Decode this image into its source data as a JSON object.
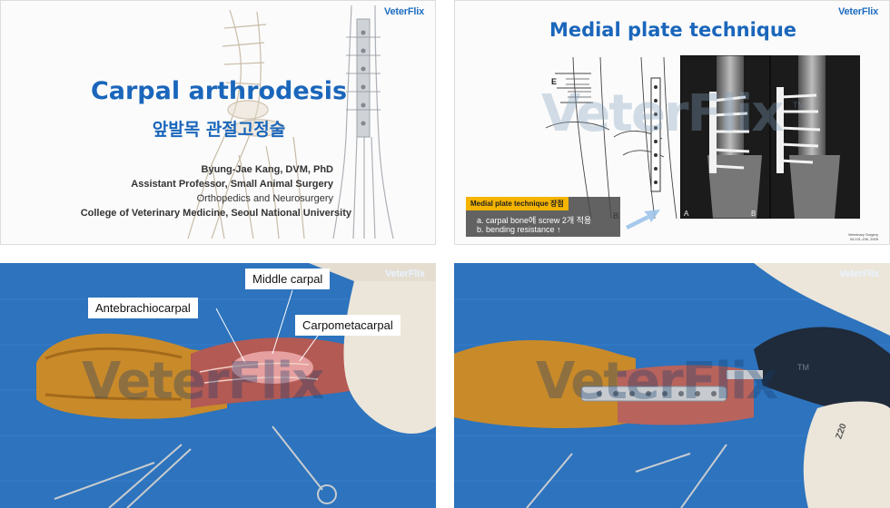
{
  "brand": {
    "logo_text": "VeterFlix",
    "watermark_text": "VeterFlix",
    "trademark": "TM"
  },
  "slide1": {
    "title": "Carpal arthrodesis",
    "subtitle": "앞발목 관절고정술",
    "author_name": "Byung-Jae Kang, DVM, PhD",
    "author_role": "Assistant Professor, Small Animal Surgery",
    "author_dept": "Orthopedics and Neurosurgery",
    "author_institution": "College of Veterinary Medicine, Seoul National University"
  },
  "slide2": {
    "title": "Medial plate technique",
    "callout_heading": "Medial plate technique 장점",
    "callout_items": [
      "a. carpal bone에 screw 2개 적용",
      "b. bending resistance ↑"
    ],
    "diagram_labels": [
      "E",
      "B",
      "A",
      "B"
    ],
    "citation_lines": [
      "Veterinary Surgery",
      "34:131-136, 2005"
    ]
  },
  "surgery_photo1": {
    "labels": [
      "Middle carpal",
      "Antebrachiocarpal",
      "Carpometacarpal"
    ]
  },
  "surgery_photo2": {
    "instrument_text": "Z20"
  },
  "colors": {
    "accent": "#1a66bb",
    "drape_blue": "#2f78c4",
    "callout_yellow": "#f4b400"
  }
}
